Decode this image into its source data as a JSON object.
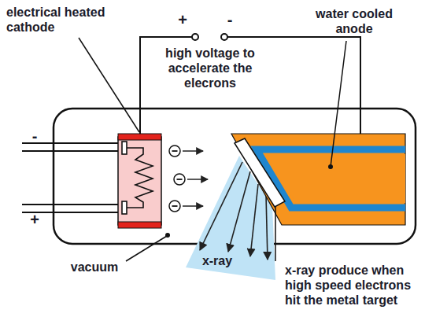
{
  "diagram": {
    "labels": [
      "electrical heated cathode",
      "+",
      "-",
      "high voltage to accelerate the elecrons",
      "water cooled anode",
      "-",
      "+",
      "vacuum",
      "x-ray",
      "x-ray produce when high speed electrons hit the metal target"
    ]
  }
}
